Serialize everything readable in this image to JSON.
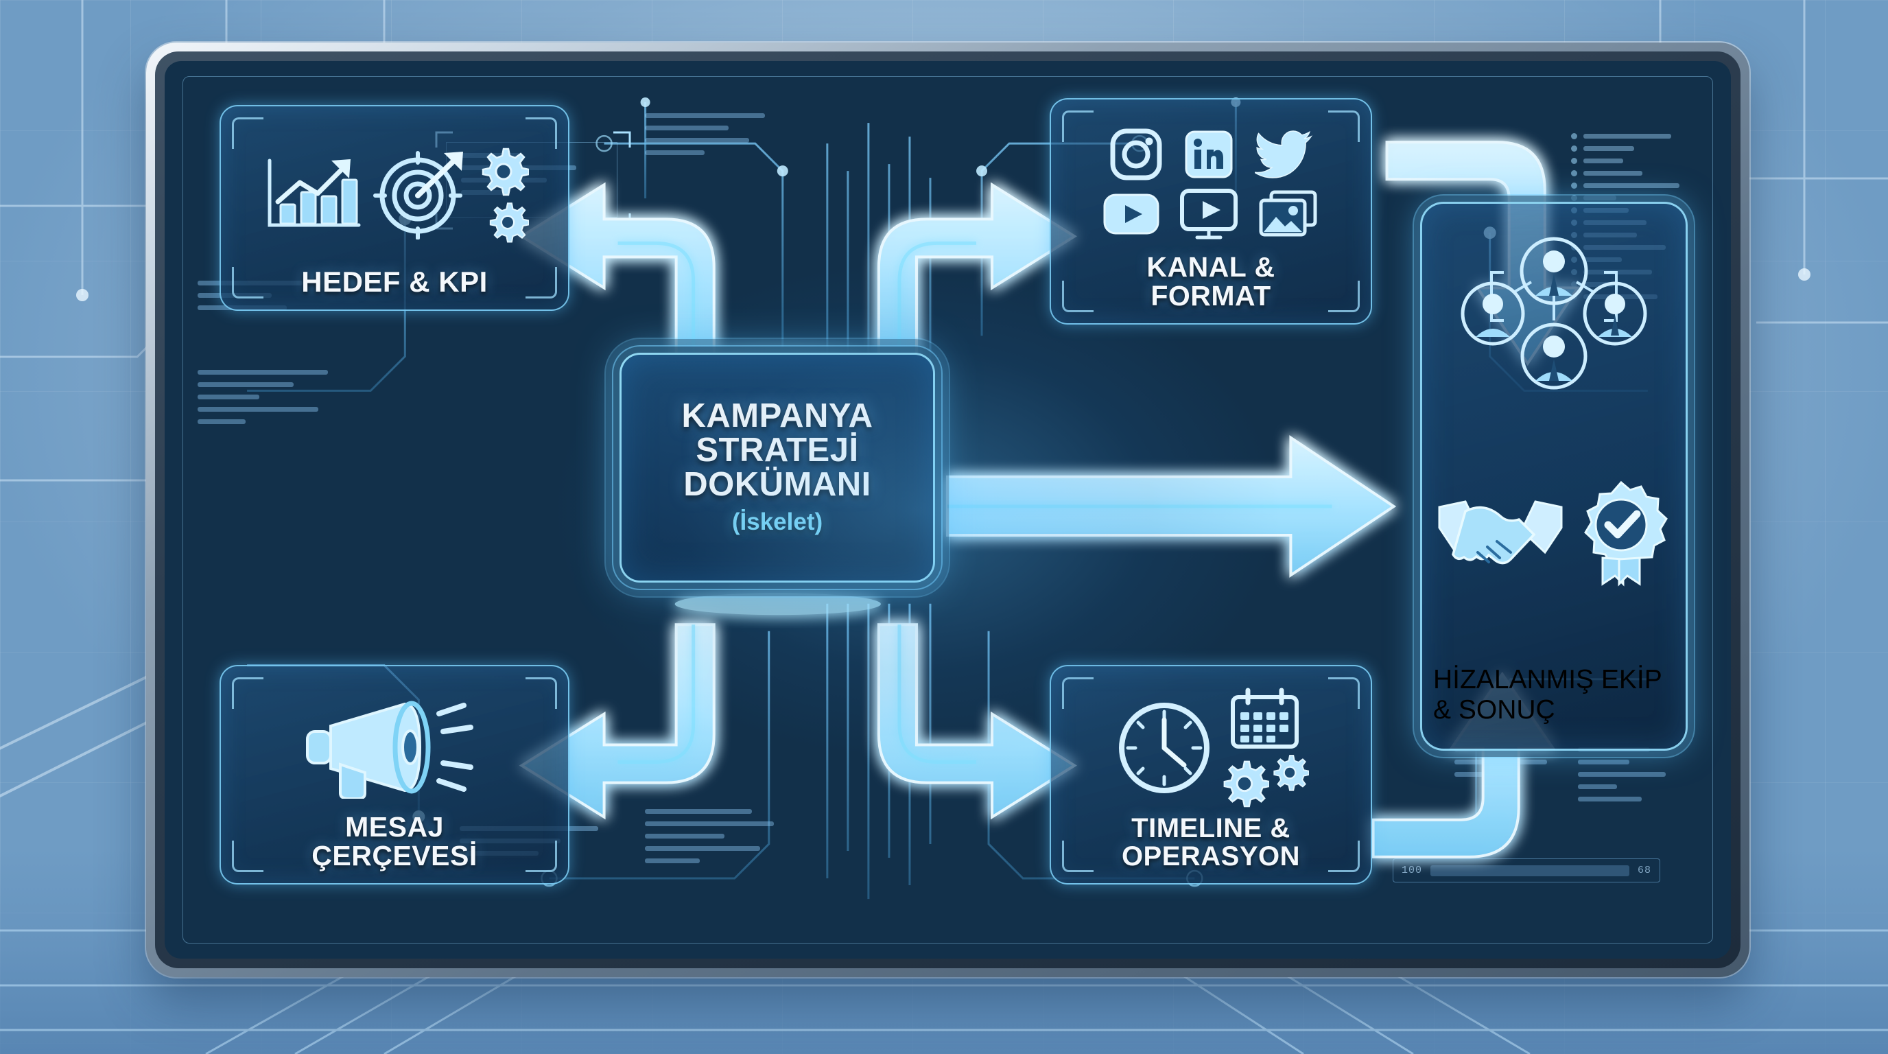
{
  "diagram": {
    "title": "Kampanya Strateji Dokümanı akış şeması",
    "center": {
      "title": "KAMPANYA\nSTRATEJİ\nDOKÜMANI",
      "subtitle": "(İskelet)"
    },
    "nodes": [
      {
        "id": "hedef-kpi",
        "label": "HEDEF & KPI",
        "position": "top-left",
        "icons": [
          "bar-chart-growth-icon",
          "target-arrow-icon",
          "gear-icon",
          "gear-small-icon"
        ]
      },
      {
        "id": "kanal-format",
        "label": "KANAL &\nFORMAT",
        "position": "top-right",
        "icons": [
          "instagram-icon",
          "linkedin-icon",
          "twitter-bird-icon",
          "youtube-icon",
          "video-player-icon",
          "image-gallery-icon"
        ]
      },
      {
        "id": "mesaj-cercevesi",
        "label": "MESAJ\nÇERÇEVESİ",
        "position": "bottom-left",
        "icons": [
          "megaphone-icon"
        ]
      },
      {
        "id": "timeline-operasyon",
        "label": "TIMELINE &\nOPERASYON",
        "position": "bottom-right",
        "icons": [
          "clock-icon",
          "calendar-icon",
          "gear-icon",
          "gear-small-icon"
        ]
      },
      {
        "id": "hizalanmis-ekip-sonuc",
        "label": "HİZALANMIŞ\nEKİP & SONUÇ",
        "position": "right",
        "icons": [
          "team-network-icon",
          "handshake-icon",
          "award-badge-check-icon"
        ]
      }
    ],
    "arrows": [
      {
        "id": "center-to-hedef",
        "from": "center",
        "to": "hedef-kpi",
        "direction": "up-left"
      },
      {
        "id": "center-to-kanal",
        "from": "center",
        "to": "kanal-format",
        "direction": "up-right"
      },
      {
        "id": "center-to-mesaj",
        "from": "center",
        "to": "mesaj-cercevesi",
        "direction": "down-left"
      },
      {
        "id": "center-to-timeline",
        "from": "center",
        "to": "timeline-operasyon",
        "direction": "down-right"
      },
      {
        "id": "center-to-sonuc",
        "from": "center",
        "to": "hizalanmis-ekip-sonuc",
        "direction": "right"
      },
      {
        "id": "kanal-to-sonuc",
        "from": "kanal-format",
        "to": "hizalanmis-ekip-sonuc",
        "direction": "down"
      },
      {
        "id": "timeline-to-sonuc",
        "from": "timeline-operasyon",
        "to": "hizalanmis-ekip-sonuc",
        "direction": "up"
      }
    ],
    "colors": {
      "neon_cyan": "#8fdcff",
      "neon_glow": "#55b8ee",
      "screen_dark": "#12304a",
      "caption_white": "#f4f8fc",
      "subtitle_cyan": "#7fd8f5",
      "bezel_silver": "#c9d6e2",
      "environment_blue": "#8fb4d4"
    }
  },
  "hud": {
    "progress_left_label": "100",
    "progress_right_label": "68",
    "note": "decorative telemetry readouts"
  }
}
